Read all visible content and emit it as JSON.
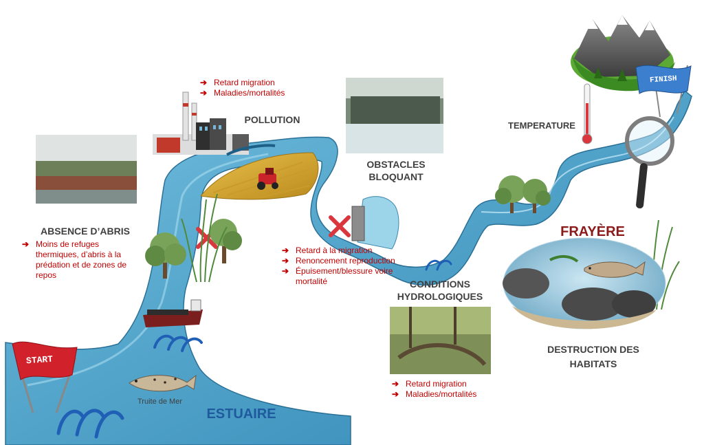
{
  "labels": {
    "pollution": "POLLUTION",
    "obstacles_line1": "OBSTACLES",
    "obstacles_line2": "BLOQUANT",
    "temperature": "TEMPERATURE",
    "absence_abris": "ABSENCE D’ABRIS",
    "conditions_line1": "CONDITIONS",
    "conditions_line2": "HYDROLOGIQUES",
    "frayere": "FRAYÈRE",
    "destruction_line1": "DESTRUCTION DES",
    "destruction_line2": "HABITATS",
    "estuaire": "ESTUAIRE",
    "truite": "Truite de Mer",
    "start": "START",
    "finish": "FINISH"
  },
  "effects": {
    "pollution": [
      "Retard migration",
      "Maladies/mortalités"
    ],
    "abris": [
      "Moins de refuges thermiques, d’abris à la prédation et  de zones de repos"
    ],
    "obstacles": [
      "Retard à la migration",
      "Renoncement reproduction",
      "Épuisement/blessure voire mortalité"
    ],
    "hydro": [
      "Retard migration",
      "Maladies/mortalités"
    ]
  },
  "colors": {
    "river": "#4ba3c7",
    "river_light": "#9fd4ea",
    "effect_text": "#c00000",
    "label_text": "#404040",
    "estuaire_text": "#1f5a9e",
    "frayere_text": "#8b1a1a"
  },
  "icons": [
    "factory-icon",
    "tractor-field-icon",
    "dam-photo",
    "mountains-icon",
    "thermometer-icon",
    "magnifier-icon",
    "tree-icon",
    "barge-icon",
    "trout-icon",
    "wave-icon",
    "cross-icon",
    "start-flag-icon",
    "finish-flag-icon"
  ]
}
